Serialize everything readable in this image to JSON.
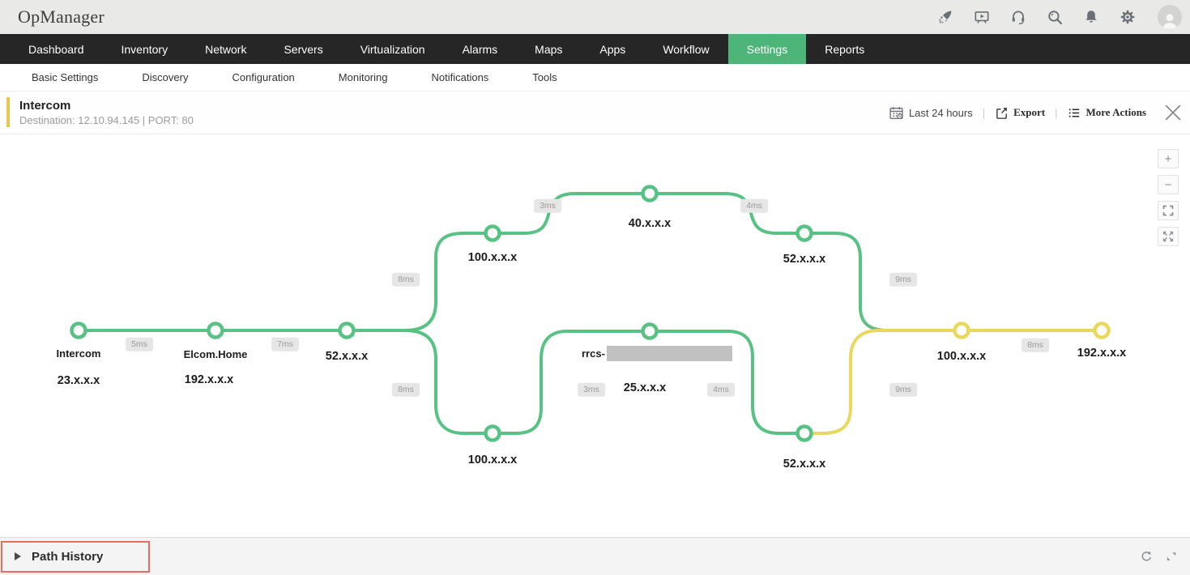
{
  "app": {
    "title": "OpManager"
  },
  "topbar": {
    "icons": [
      "rocket",
      "training-video",
      "support-headset",
      "search",
      "notifications-bell",
      "settings-gear",
      "user-account"
    ]
  },
  "nav": {
    "items": [
      "Dashboard",
      "Inventory",
      "Network",
      "Servers",
      "Virtualization",
      "Alarms",
      "Maps",
      "Apps",
      "Workflow",
      "Settings",
      "Reports"
    ],
    "active": "Settings",
    "active_color": "#4cb577"
  },
  "subnav": {
    "items": [
      "Basic Settings",
      "Discovery",
      "Configuration",
      "Monitoring",
      "Notifications",
      "Tools"
    ]
  },
  "view_header": {
    "title": "Intercom",
    "subtitle": "Destination: 12.10.94.145  |  PORT: 80",
    "time_range": "Last 24 hours",
    "export_label": "Export",
    "more_actions_label": "More Actions",
    "separator": "|"
  },
  "chart_data": {
    "type": "path-map",
    "title": "Network path from Intercom to destination 12.10.94.145 port 80",
    "nodes": [
      {
        "name": "Intercom",
        "ip": "23.x.x.x",
        "segment": "trunk",
        "color": "green"
      },
      {
        "name": "Elcom.Home",
        "ip": "192.x.x.x",
        "segment": "trunk",
        "color": "green"
      },
      {
        "name": "",
        "ip": "52.x.x.x",
        "segment": "trunk",
        "color": "green"
      },
      {
        "name": "",
        "ip": "100.x.x.x",
        "segment": "upper",
        "color": "green"
      },
      {
        "name": "",
        "ip": "40.x.x.x",
        "segment": "upper",
        "color": "green"
      },
      {
        "name": "",
        "ip": "52.x.x.x",
        "segment": "upper",
        "color": "green"
      },
      {
        "name": "",
        "ip": "100.x.x.x",
        "segment": "lower",
        "color": "green"
      },
      {
        "name": "rrcs-",
        "ip": "25.x.x.x",
        "segment": "lower",
        "color": "green",
        "name_redacted": true
      },
      {
        "name": "",
        "ip": "52.x.x.x",
        "segment": "lower",
        "color": "green"
      },
      {
        "name": "",
        "ip": "100.x.x.x",
        "segment": "merged",
        "color": "yellow"
      },
      {
        "name": "",
        "ip": "192.x.x.x",
        "segment": "merged",
        "color": "yellow"
      }
    ],
    "links": [
      {
        "latency": "5ms",
        "segment": "trunk"
      },
      {
        "latency": "7ms",
        "segment": "trunk"
      },
      {
        "latency": "8ms",
        "segment": "upper"
      },
      {
        "latency": "3ms",
        "segment": "upper"
      },
      {
        "latency": "4ms",
        "segment": "upper"
      },
      {
        "latency": "9ms",
        "segment": "upper"
      },
      {
        "latency": "8ms",
        "segment": "lower"
      },
      {
        "latency": "3ms",
        "segment": "lower"
      },
      {
        "latency": "4ms",
        "segment": "lower"
      },
      {
        "latency": "9ms",
        "segment": "lower"
      },
      {
        "latency": "8ms",
        "segment": "merged"
      }
    ],
    "colors": {
      "link_ok": "#57c283",
      "link_warn": "#e9d75e",
      "badge_bg": "#e6e6e6"
    }
  },
  "zoom_controls": {
    "zoom_in": "+",
    "zoom_out": "−",
    "fit": "fit-to-screen",
    "expand": "expand-arrows"
  },
  "footer": {
    "path_history_label": "Path History",
    "annotation_color": "#ec6a5e",
    "icons": [
      "refresh",
      "resize-handle"
    ]
  }
}
